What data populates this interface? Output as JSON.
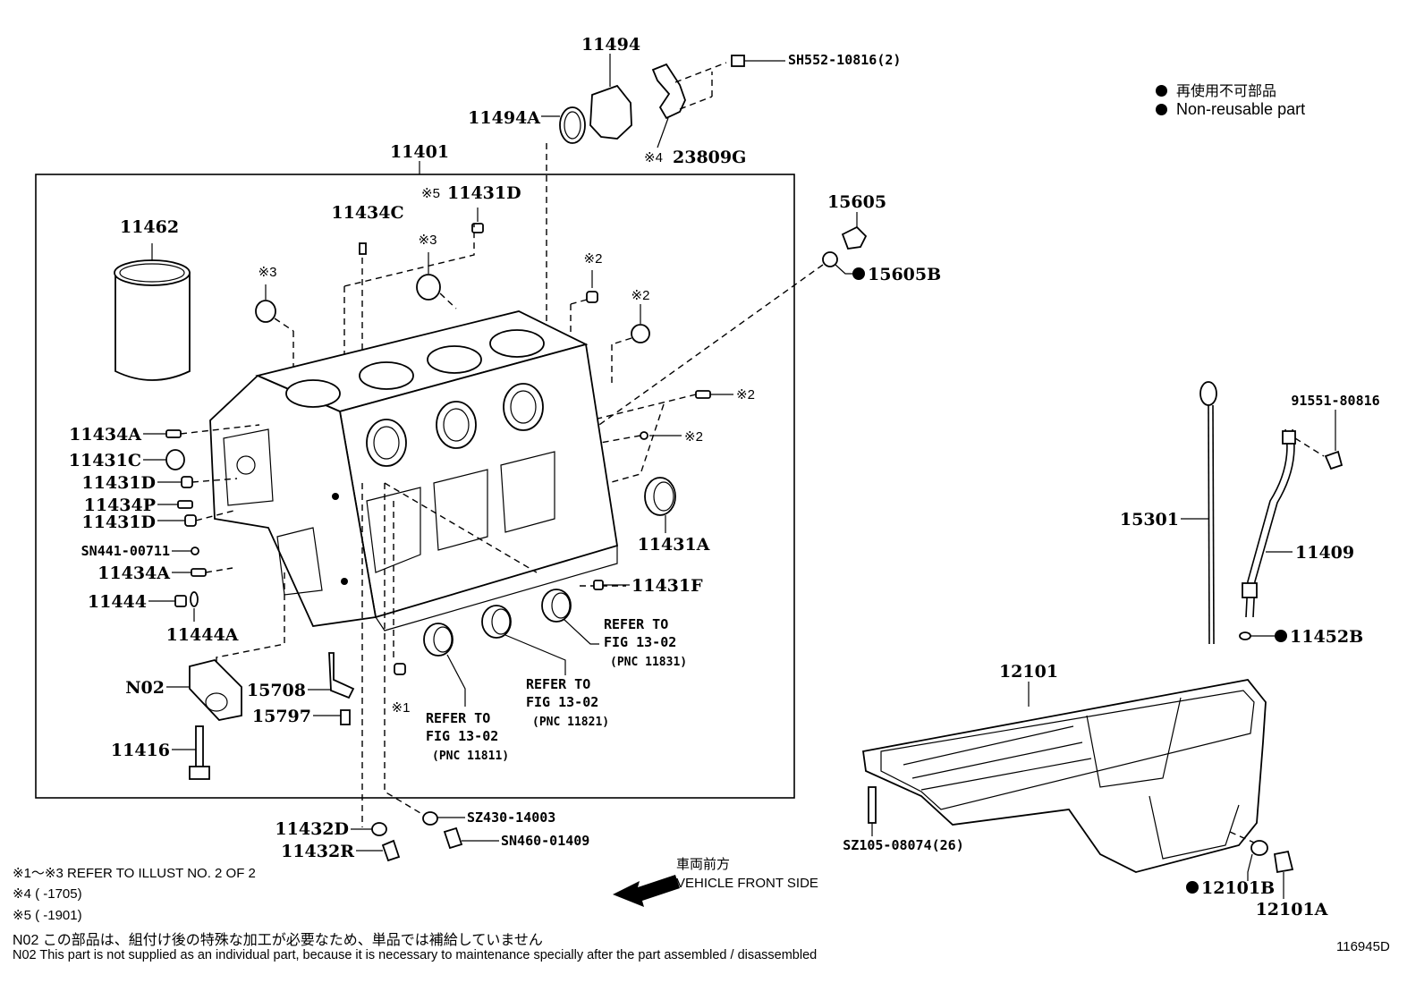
{
  "legend": {
    "jp": "再使用不可部品",
    "en": "Non-reusable part"
  },
  "labels": {
    "p11494": "11494",
    "p11494A": "11494A",
    "sh552": "SH552-10816(2)",
    "p23809G": "23809G",
    "p23809G_mark": "※4",
    "p11401": "11401",
    "p11431D_top": "11431D",
    "p11431D_top_mark": "※5",
    "p11434C": "11434C",
    "p11462": "11462",
    "m3a": "※3",
    "m3b": "※3",
    "m2a": "※2",
    "m2b": "※2",
    "m2c": "※2",
    "m2d": "※2",
    "p15605": "15605",
    "p15605B": "15605B",
    "p11434A_1": "11434A",
    "p11431C": "11431C",
    "p11431D_1": "11431D",
    "p11434P": "11434P",
    "p11431D_2": "11431D",
    "sn441": "SN441-00711",
    "p11434A_2": "11434A",
    "p11444": "11444",
    "p11444A": "11444A",
    "p11431A": "11431A",
    "p11431F": "11431F",
    "n02": "N02",
    "p15708": "15708",
    "p15797": "15797",
    "m1": "※1",
    "p11416": "11416",
    "p11432D": "11432D",
    "p11432R": "11432R",
    "sz430": "SZ430-14003",
    "sn460": "SN460-01409",
    "p15301": "15301",
    "p91551": "91551-80816",
    "p11409": "11409",
    "p11452B": "11452B",
    "p12101": "12101",
    "sz105": "SZ105-08074(26)",
    "p12101B": "12101B",
    "p12101A": "12101A"
  },
  "refs": [
    {
      "l1": "REFER TO",
      "l2": "FIG 13-02",
      "l3": "(PNC 11831)"
    },
    {
      "l1": "REFER TO",
      "l2": "FIG 13-02",
      "l3": "(PNC 11821)"
    },
    {
      "l1": "REFER TO",
      "l2": "FIG 13-02",
      "l3": "(PNC 11811)"
    }
  ],
  "front": {
    "jp": "車両前方",
    "en": "VEHICLE FRONT SIDE"
  },
  "notes": {
    "n1": "※1～※3  REFER TO ILLUST NO. 2 OF 2",
    "n2": "※4 (       -1705)",
    "n3": "※5 (       -1901)",
    "n4": "N02  この部品は、組付け後の特殊な加工が必要なため、単品では補給していません",
    "n5": "N02  This part is not supplied as an individual part, because it is necessary to maintenance specially after the part assembled / disassembled"
  },
  "illust_id": "116945D"
}
